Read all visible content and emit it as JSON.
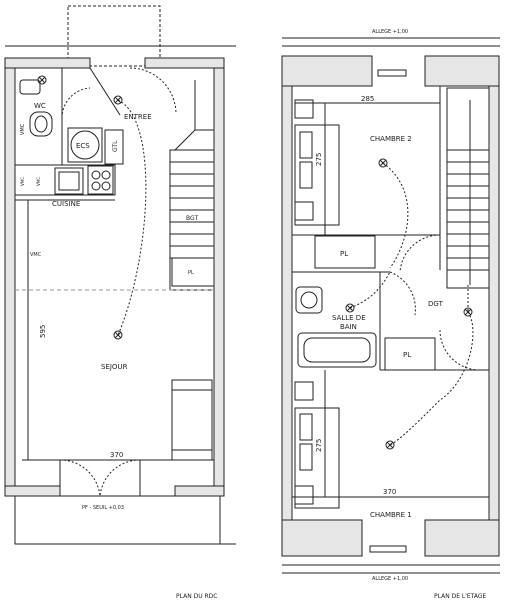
{
  "rdc": {
    "title": "PLAN DU RDC",
    "rooms": {
      "wc": "WC",
      "entree": "ENTREE",
      "ecs": "ECS",
      "gtl": "GTL",
      "cuisine": "CUISINE",
      "sejour": "SEJOUR",
      "bgt": "BGT",
      "pl": "PL"
    },
    "labels": {
      "vmc_wc": "VMC",
      "vmc_sejour": "VMC",
      "vmc_kitchen_1": "VMC",
      "vmc_kitchen_2": "VMC"
    },
    "dims": {
      "height": "595",
      "width": "370"
    },
    "threshold": "PF - SEUIL +0,03"
  },
  "etage": {
    "title": "PLAN DE L'ETAGE",
    "rooms": {
      "chambre2": "CHAMBRE 2",
      "chambre1": "CHAMBRE 1",
      "pl_top": "PL",
      "pl_bottom": "PL",
      "dgt": "DGT",
      "sdb_line1": "SALLE DE",
      "sdb_line2": "BAIN"
    },
    "dims": {
      "ch2_width": "285",
      "ch2_depth": "275",
      "ch1_depth": "275",
      "ch1_width": "370"
    },
    "allege_top": "ALLEGE +1,00",
    "allege_bottom": "ALLEGE +1,00"
  }
}
